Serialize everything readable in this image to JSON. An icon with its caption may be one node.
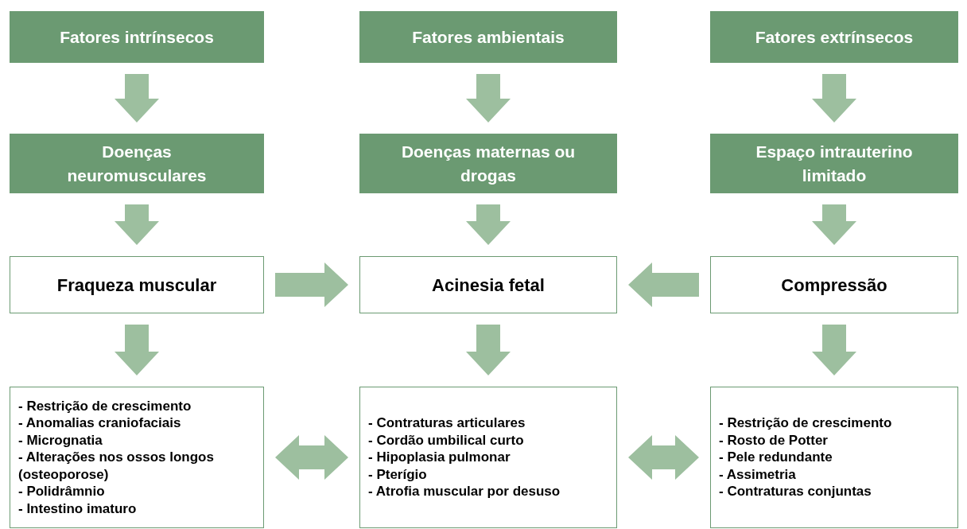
{
  "diagram": {
    "nodes": [
      {
        "text": [
          "Fatores intrínsecos"
        ]
      },
      {
        "text": [
          "Fatores ambientais"
        ]
      },
      {
        "text": [
          "Fatores extrínsecos"
        ]
      },
      {
        "text": [
          "Doenças neuromusculares"
        ]
      },
      {
        "text": [
          "Doenças maternas ou drogas"
        ]
      },
      {
        "text": [
          "Espaço intrauterino limitado"
        ]
      },
      {
        "text": [
          "Fraqueza muscular"
        ]
      },
      {
        "text": [
          "Acinesia fetal"
        ]
      },
      {
        "text": [
          "Compressão"
        ]
      },
      {
        "text": [
          "- Restrição de crescimento",
          "- Anomalias craniofaciais",
          "- Micrognatia",
          "- Alterações nos ossos longos (osteoporose)",
          "- Polidrâmnio",
          "- Intestino imaturo"
        ]
      },
      {
        "text": [
          "- Contraturas articulares",
          "- Cordão umbilical curto",
          "- Hipoplasia pulmonar",
          "- Pterígio",
          "- Atrofia muscular por desuso"
        ]
      },
      {
        "text": [
          "- Restrição de crescimento",
          "- Rosto de Potter",
          "- Pele redundante",
          "- Assimetria",
          "- Contraturas conjuntas"
        ]
      }
    ],
    "edges": [
      {
        "from": 0,
        "to": 3,
        "arrow": "to"
      },
      {
        "from": 1,
        "to": 4,
        "arrow": "to"
      },
      {
        "from": 2,
        "to": 5,
        "arrow": "to"
      },
      {
        "from": 3,
        "to": 6,
        "arrow": "to"
      },
      {
        "from": 4,
        "to": 7,
        "arrow": "to"
      },
      {
        "from": 5,
        "to": 8,
        "arrow": "to"
      },
      {
        "from": 6,
        "to": 7,
        "arrow": "to"
      },
      {
        "from": 8,
        "to": 7,
        "arrow": "to"
      },
      {
        "from": 6,
        "to": 9,
        "arrow": "to"
      },
      {
        "from": 7,
        "to": 10,
        "arrow": "to"
      },
      {
        "from": 8,
        "to": 11,
        "arrow": "to"
      },
      {
        "from": 9,
        "to": 10,
        "arrow": "both"
      },
      {
        "from": 10,
        "to": 11,
        "arrow": "both"
      }
    ]
  }
}
